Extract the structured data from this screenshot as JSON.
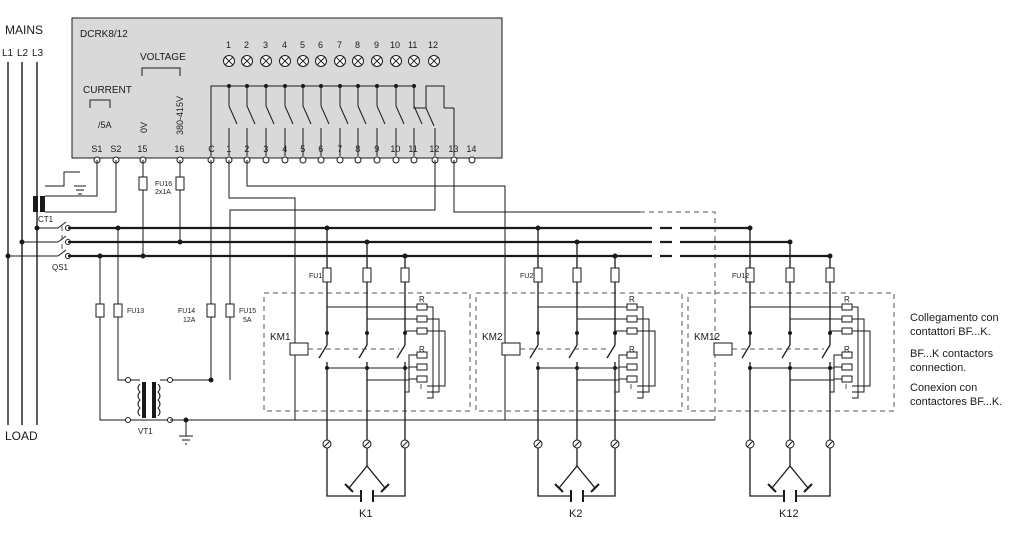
{
  "mains": {
    "title": "MAINS",
    "phases": [
      "L1",
      "L2",
      "L3"
    ],
    "bottom": "LOAD"
  },
  "controller": {
    "model": "DCRK8/12",
    "voltage_label": "VOLTAGE",
    "current_label": "CURRENT",
    "current_rating": "/5A",
    "zero_label": "0V",
    "voltage_range": "380-415V",
    "lamp_numbers": [
      "1",
      "2",
      "3",
      "4",
      "5",
      "6",
      "7",
      "8",
      "9",
      "10",
      "11",
      "12"
    ],
    "terminal_labels": [
      "S1",
      "S2",
      "15",
      "16",
      "C",
      "1",
      "2",
      "3",
      "4",
      "5",
      "6",
      "7",
      "8",
      "9",
      "10",
      "11",
      "12",
      "13",
      "14"
    ]
  },
  "components": {
    "ct": "CT1",
    "qs": "QS1",
    "vt": "VT1",
    "fu16": "FU16",
    "fu16_rating": "2x1A",
    "fu13": "FU13",
    "fu14": "FU14",
    "fu14_rating": "12A",
    "fu15": "FU15",
    "fu15_rating": "5A"
  },
  "steps": [
    {
      "fuse": "FU1",
      "contactor": "KM1",
      "capacitor": "K1"
    },
    {
      "fuse": "FU2",
      "contactor": "KM2",
      "capacitor": "K2"
    },
    {
      "fuse": "FU12",
      "contactor": "KM12",
      "capacitor": "K12"
    }
  ],
  "resistor_label": "R",
  "notes": [
    "Collegamento con",
    "contattori BF...K.",
    "BF...K contactors",
    "connection.",
    "Conexion con",
    "contactores BF...K."
  ]
}
